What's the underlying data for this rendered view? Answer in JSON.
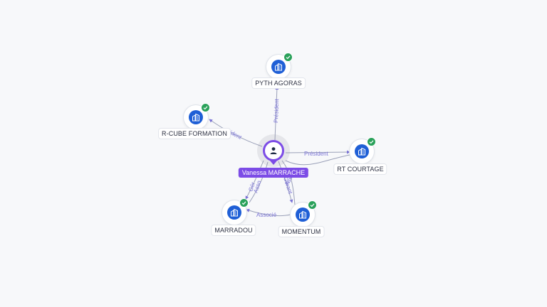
{
  "person": {
    "name": "Vanessa MARRACHE",
    "icon": "user-icon"
  },
  "companies": [
    {
      "id": "pyth-agoras",
      "name": "PYTH AGORAS",
      "icon": "building-icon",
      "verified": true
    },
    {
      "id": "r-cube-formation",
      "name": "R-CUBE FORMATION",
      "icon": "building-icon",
      "verified": true
    },
    {
      "id": "rt-courtage",
      "name": "RT COURTAGE",
      "icon": "building-icon",
      "verified": true
    },
    {
      "id": "marradou",
      "name": "MARRADOU",
      "icon": "building-icon",
      "verified": true
    },
    {
      "id": "momentum",
      "name": "MOMENTUM",
      "icon": "building-icon",
      "verified": true
    }
  ],
  "edges": [
    {
      "from": "person",
      "to": "pyth-agoras",
      "label": "Président"
    },
    {
      "from": "person",
      "to": "r-cube-formation",
      "label": "ident"
    },
    {
      "from": "person",
      "to": "rt-courtage",
      "label": "Président"
    },
    {
      "from": "person",
      "to": "marradou",
      "label": "Gér"
    },
    {
      "from": "person",
      "to": "marradou",
      "label": "Asso"
    },
    {
      "from": "person",
      "to": "momentum",
      "label": "Gérant"
    },
    {
      "from": "person",
      "to": "momentum",
      "label": "Associé"
    },
    {
      "from": "momentum",
      "to": "marradou",
      "label": "Associé"
    },
    {
      "from": "person",
      "to": "rt-courtage",
      "label": ""
    }
  ],
  "colors": {
    "person_accent": "#7c4ce6",
    "company_icon_bg": "#1f5fd6",
    "verified_badge": "#2aa15a",
    "edge_label": "#7b74d6",
    "edge_line": "#9aa0b8"
  }
}
